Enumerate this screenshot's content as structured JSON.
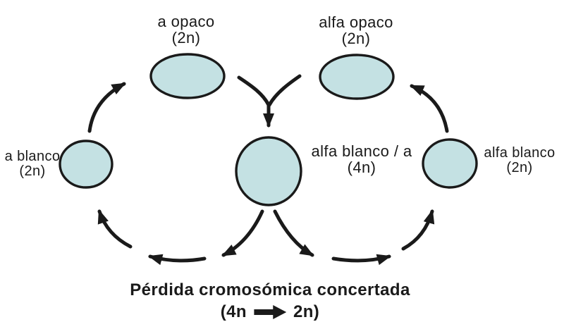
{
  "diagram": {
    "background": "#ffffff",
    "colors": {
      "cell_fill": "#c4e1e3",
      "line": "#1a1a1a",
      "text": "#1a1a1a"
    },
    "nodes": {
      "a_opaco": {
        "label": "a opaco",
        "ploidy": "(2n)"
      },
      "alfa_opaco": {
        "label": "alfa opaco",
        "ploidy": "(2n)"
      },
      "a_blanco": {
        "label": "a blanco",
        "ploidy": "(2n)"
      },
      "alfa_blanco_a": {
        "label": "alfa blanco / a",
        "ploidy": "(4n)"
      },
      "alfa_blanco": {
        "label": "alfa blanco",
        "ploidy": "(2n)"
      }
    },
    "caption": {
      "title": "Pérdida cromosómica concertada",
      "transition_from": "(4n",
      "transition_to": "2n)",
      "arrow_icon": "right-block-arrow"
    }
  }
}
